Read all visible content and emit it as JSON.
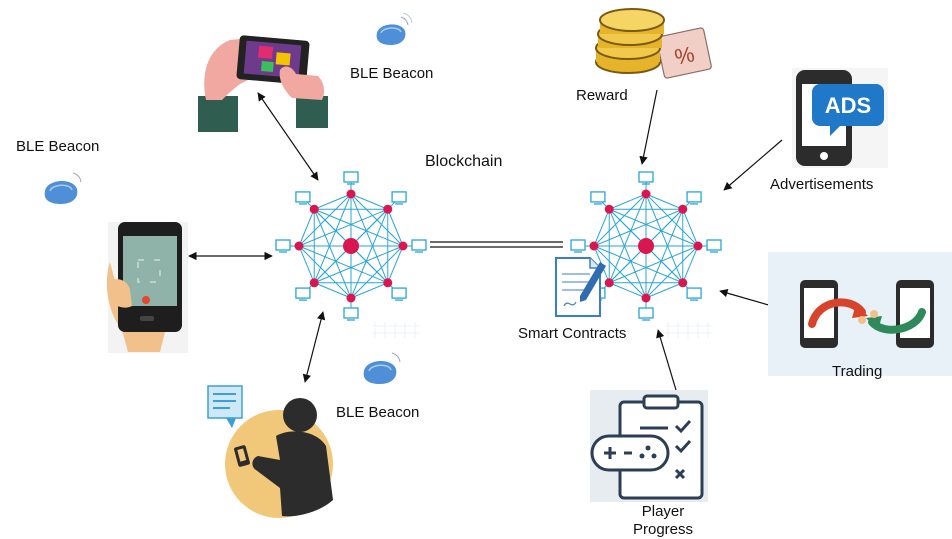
{
  "labels": {
    "beacon_left": "BLE Beacon",
    "beacon_top": "BLE Beacon",
    "beacon_bottom": "BLE Beacon",
    "blockchain": "Blockchain",
    "reward": "Reward",
    "advertisements": "Advertisements",
    "trading": "Trading",
    "smart_contracts": "Smart Contracts",
    "player_progress_line1": "Player",
    "player_progress_line2": "Progress",
    "ads_badge": "ADS",
    "coupon_percent": "%"
  },
  "colors": {
    "network_line": "#2aa6d6",
    "network_node": "#d9164f",
    "beacon": "#4f8fd8",
    "coin": "#e5b42a",
    "trading_bg": "#e9f1f8",
    "progress_bg": "#e7ecf1",
    "progress_stroke": "#2c3e55",
    "person_bg": "#f1c77a",
    "ads_blue": "#1f78c8"
  }
}
